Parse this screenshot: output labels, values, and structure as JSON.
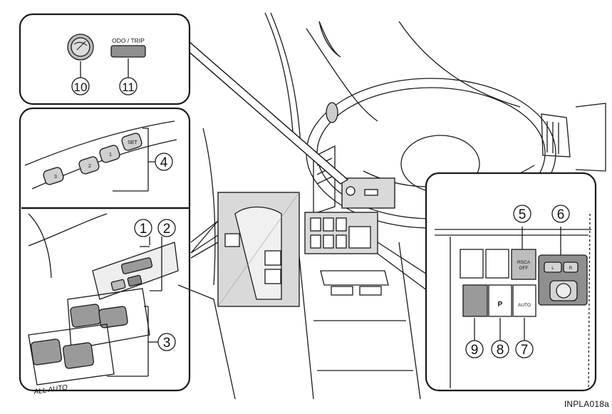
{
  "inset_top": {
    "button_label": "ODO / TRIP"
  },
  "inset_memory": {
    "keys": [
      "3",
      "2",
      "1",
      "SET"
    ]
  },
  "inset_window": {
    "auto_label": "ALL  AUTO"
  },
  "inset_right": {
    "rsca_label_1": "RSCA",
    "rsca_label_2": "OFF",
    "mirror_left": "L",
    "mirror_right": "R",
    "parking_label": "P",
    "headlight_label": "AUTO"
  },
  "callouts": [
    "1",
    "2",
    "3",
    "4",
    "5",
    "6",
    "7",
    "8",
    "9",
    "10",
    "11"
  ],
  "figure_code": "INPLA018a"
}
